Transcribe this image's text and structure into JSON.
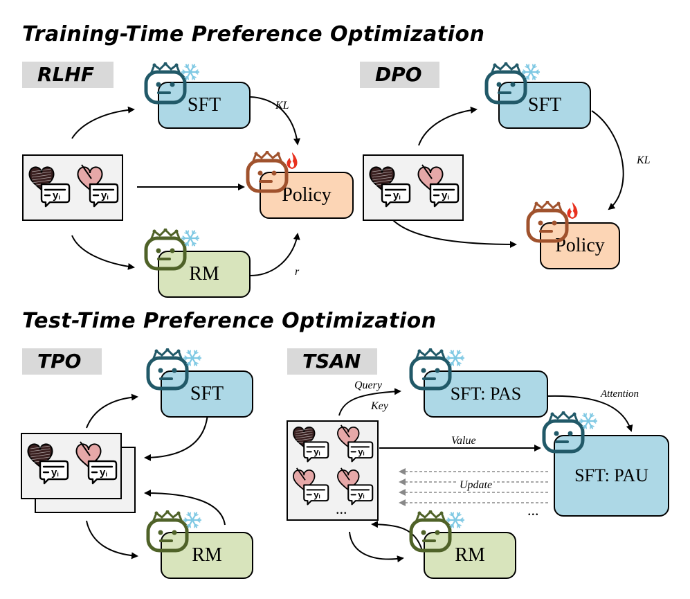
{
  "training": {
    "title": "Training-Time Preference Optimization",
    "rlhf": {
      "tag": "RLHF",
      "sft": "SFT",
      "policy": "Policy",
      "rm": "RM",
      "kl": "KL",
      "r": "r"
    },
    "dpo": {
      "tag": "DPO",
      "sft": "SFT",
      "policy": "Policy",
      "kl": "KL"
    }
  },
  "testtime": {
    "title": "Test-Time Preference Optimization",
    "tpo": {
      "tag": "TPO",
      "sft": "SFT",
      "rm": "RM"
    },
    "tsan": {
      "tag": "TSAN",
      "pas": "SFT: PAS",
      "pau": "SFT: PAU",
      "rm": "RM",
      "query": "Query",
      "key": "Key",
      "attention": "Attention",
      "value": "Value",
      "update": "Update",
      "ellipsis_pile": "...",
      "ellipsis_updates": "..."
    }
  },
  "response_label": "y",
  "response_subscript": "i",
  "colors": {
    "sft": "#add8e6",
    "policy": "#fcd5b5",
    "rm": "#d8e4bc",
    "robot_sft": "#215968",
    "robot_policy": "#a0522d",
    "robot_rm": "#4f6228",
    "snowflake": "#7ec8e3",
    "fire": "#e8311f",
    "heart_pink": "#e6a8a8",
    "heart_dark": "#3a2020",
    "pile_bg": "#f2f2f2",
    "tag_bg": "#d9d9d9"
  },
  "icons": {
    "frozen_model": "robot-with-snowflake-icon",
    "trainable_model": "robot-with-flame-icon",
    "chosen": "dark-heart-icon",
    "rejected": "pink-heart-icon",
    "response": "chat-bubble-icon"
  }
}
